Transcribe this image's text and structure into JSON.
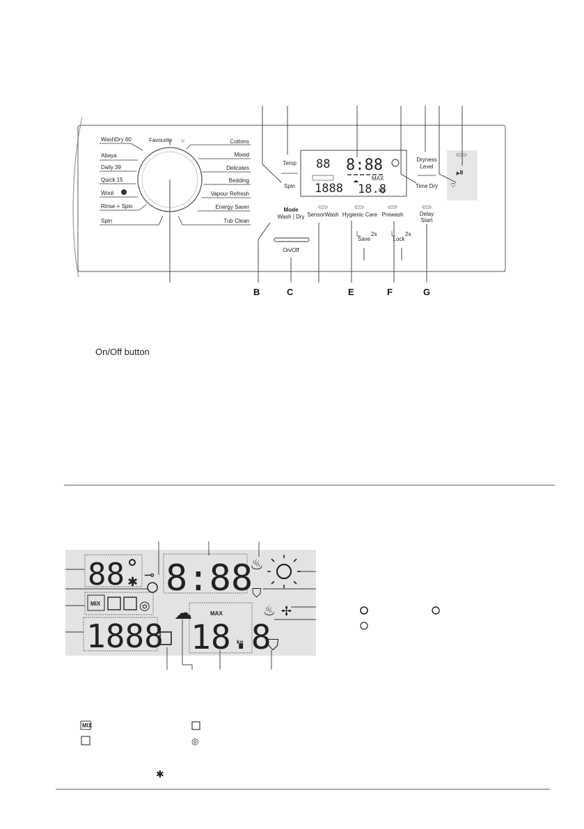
{
  "panel": {
    "programmes_left": [
      "WashDry 60",
      "Abaya",
      "Daily 39",
      "Quick 15",
      "Wool",
      "Rinse + Spin",
      "Spin"
    ],
    "programmes_right": [
      "Cottons",
      "Mixed",
      "Delicates",
      "Bedding",
      "Vapour Refresh",
      "Energy Saver",
      "Tub Clean"
    ],
    "favourite": "Favourite",
    "temp": "Temp",
    "spin": "Spin",
    "dryness_level_1": "Dryness",
    "dryness_level_2": "Level",
    "time_dry": "Time Dry",
    "mode": "Mode",
    "mode_sub": "Wash | Dry",
    "sensorwash": "SensorWash",
    "hygienic_care": "Hygienic Care",
    "prewash": "Prewash",
    "delay_1": "Delay",
    "delay_2": "Start",
    "onoff": "On/Off",
    "save": "Save",
    "lock": "Lock",
    "two_s": "2s",
    "callouts": [
      "B",
      "C",
      "E",
      "F",
      "G"
    ]
  },
  "onoff_caption": "On/Off button",
  "display": {
    "temp_digits": "88",
    "time_digits": "8:88",
    "weight_digits": "18.8",
    "count_digits": "1888",
    "max": "MAX",
    "kg": "kg",
    "mix": "MIX"
  },
  "mini_display": {
    "temp_digits": "88",
    "time_digits": "8:88",
    "count_digits": "1888",
    "weight_digits": "18.8",
    "max": "MAX",
    "kg": "kg"
  },
  "legend_mix": "MIX"
}
